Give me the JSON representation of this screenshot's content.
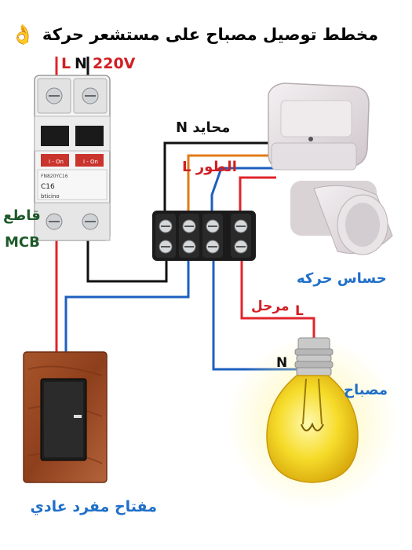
{
  "title": "مخطط توصيل مصباح على مستشعر حركة",
  "title_emoji": "👌",
  "supply": {
    "l": "L",
    "n": "N",
    "voltage": "220V"
  },
  "breaker": {
    "name": "قاطع",
    "abbr": "MCB",
    "model": "FN820YC16",
    "rating": "C16",
    "brand": "bticino",
    "on1": "I - On",
    "on2": "I - On"
  },
  "labels": {
    "neutral": "محايد N",
    "live": "الطور L",
    "relay": "مرحل",
    "relay_letter": "L",
    "lamp_n": "N",
    "sensor": "حساس حركه",
    "lamp": "مصباح",
    "switch": "مفتاح مفرد عادي"
  },
  "colors": {
    "live": "#e0242b",
    "neutral": "#1d5fbf",
    "orange": "#e07b18",
    "black": "#111111",
    "accent_red": "#d11f24",
    "label_blue": "#1f6fc9",
    "label_green": "#1e5a2a"
  }
}
